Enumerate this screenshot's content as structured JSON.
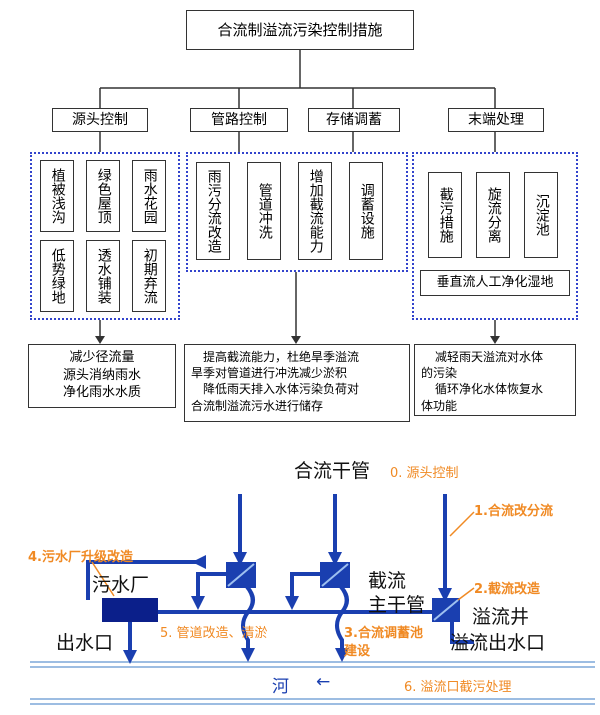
{
  "top": {
    "title": "合流制溢流污染控制措施",
    "categories": [
      "源头控制",
      "管路控制",
      "存储调蓄",
      "末端处理"
    ],
    "source_items": [
      "植被浅沟",
      "绿色屋顶",
      "雨水花园",
      "低势绿地",
      "透水铺装",
      "初期弃流"
    ],
    "pipe_items": [
      "雨污分流改造",
      "管道冲洗",
      "增加截流能力",
      "调蓄设施"
    ],
    "end_items": [
      "截污措施",
      "旋流分离",
      "沉淀池"
    ],
    "end_wetland": "垂直流人工净化湿地",
    "desc_source": [
      "减少径流量",
      "源头消纳雨水",
      "净化雨水水质"
    ],
    "desc_pipe": [
      "提高截流能力，杜绝旱季溢流",
      "旱季对管道进行冲洗减少淤积",
      "降低雨天排入水体污染负荷对",
      "合流制溢流污水进行储存"
    ],
    "desc_end": [
      "减轻雨天溢流对水体",
      "的污染",
      "循环净化水体恢复水",
      "体功能"
    ]
  },
  "bottom": {
    "main_pipe": "合流干管",
    "plant": "污水厂",
    "outlet": "出水口",
    "intercept_line1": "截流",
    "intercept_line2": "主干管",
    "overflow_well": "溢流井",
    "overflow_outlet": "溢流出水口",
    "river": "河",
    "river_arrow": "←",
    "m0": "0. 源头控制",
    "m1": "1.合流改分流",
    "m2": "2.截流改造",
    "m3a": "3.合流调蓄池",
    "m3b": "建设",
    "m4": "4.污水厂升级改造",
    "m5": "5. 管道改造、清淤",
    "m6": "6. 溢流口截污处理"
  },
  "colors": {
    "pipe": "#1a3fb0",
    "plant": "#0b1f8a",
    "dotted": "#3344cc",
    "orange": "#f08a24",
    "river": "#7da7d9"
  }
}
